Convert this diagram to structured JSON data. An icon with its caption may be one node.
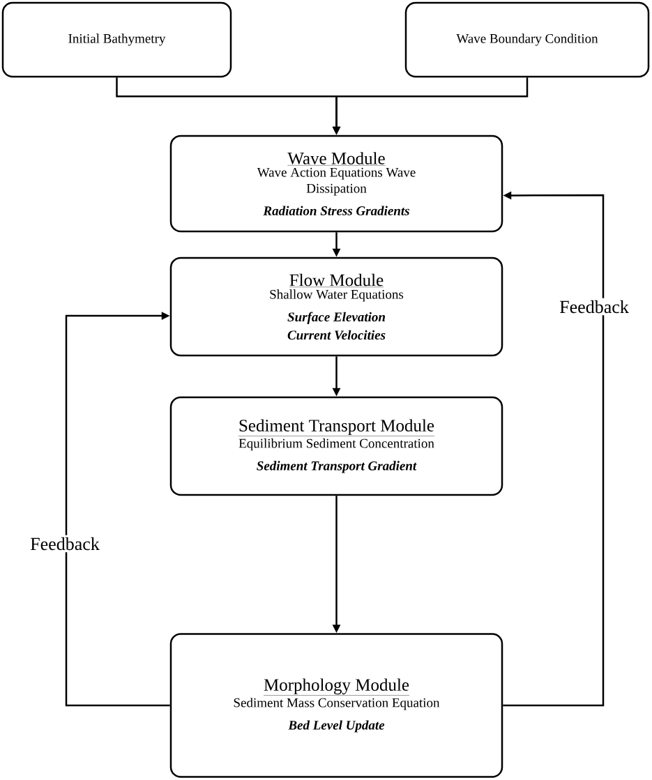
{
  "diagram": {
    "nodes": [
      {
        "text": [
          "Initial Bathymetry"
        ]
      },
      {
        "text": [
          "Wave Boundary Condition"
        ]
      },
      {
        "text": [
          "Wave Module",
          "Wave Action Equations Wave Dissipation",
          "Radiation Stress Gradients"
        ]
      },
      {
        "text": [
          "Flow Module",
          "Shallow Water Equations",
          "Surface Elevation Current Velocities"
        ]
      },
      {
        "text": [
          "Sediment Transport Module",
          "Equilibrium Sediment Concentration",
          "Sediment Transport Gradient"
        ]
      },
      {
        "text": [
          "Morphology Module",
          "Sediment Mass Conservation Equation",
          "Bed Level Update"
        ]
      }
    ],
    "edges": [
      {
        "from": 0,
        "to": 2,
        "arrow": "to"
      },
      {
        "from": 1,
        "to": 2,
        "arrow": "to"
      },
      {
        "from": 2,
        "to": 3,
        "arrow": "to"
      },
      {
        "from": 3,
        "to": 4,
        "arrow": "to"
      },
      {
        "from": 4,
        "to": 5,
        "arrow": "to"
      },
      {
        "from": 5,
        "to": 3,
        "arrow": "to",
        "label": "Feedback"
      },
      {
        "from": 5,
        "to": 2,
        "arrow": "to",
        "label": "Feedback"
      }
    ]
  }
}
